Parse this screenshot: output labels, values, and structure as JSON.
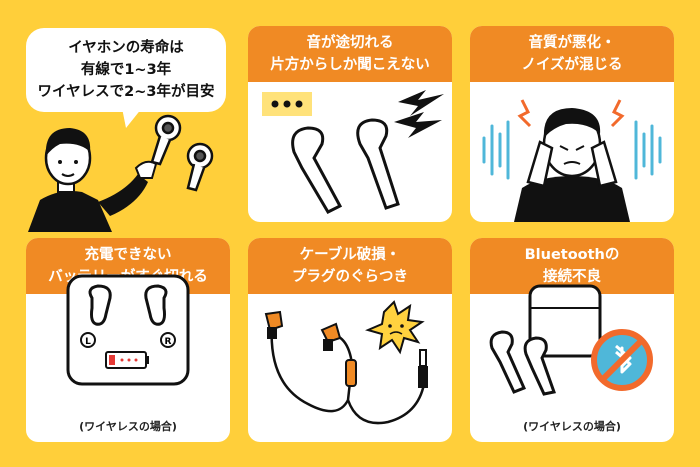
{
  "intro": {
    "lines": [
      "イヤホンの寿命は",
      "有線で1~3年",
      "ワイヤレスで2~3年が目安"
    ]
  },
  "cards": [
    {
      "title_lines": [
        "音が途切れる",
        "片方からしか聞こえない"
      ],
      "note": ""
    },
    {
      "title_lines": [
        "音質が悪化・",
        "ノイズが混じる"
      ],
      "note": ""
    },
    {
      "title_lines": [
        "充電できない",
        "バッテリーがすぐ切れる"
      ],
      "note": "(ワイヤレスの場合)"
    },
    {
      "title_lines": [
        "ケーブル破損・",
        "プラグのぐらつき"
      ],
      "note": ""
    },
    {
      "title_lines": [
        "Bluetoothの",
        "接続不良"
      ],
      "note": "(ワイヤレスの場合)"
    }
  ],
  "labels": {
    "case_left": "L",
    "case_right": "R"
  },
  "colors": {
    "background": "#FFCF3A",
    "header": "#F08A24",
    "accent_blue": "#4FB7D9",
    "no_sign": "#F26A2C"
  },
  "icons": [
    "speech-dots-icon",
    "lightning-icon",
    "sound-wave-icon",
    "battery-low-icon",
    "spark-icon",
    "no-bluetooth-icon"
  ]
}
